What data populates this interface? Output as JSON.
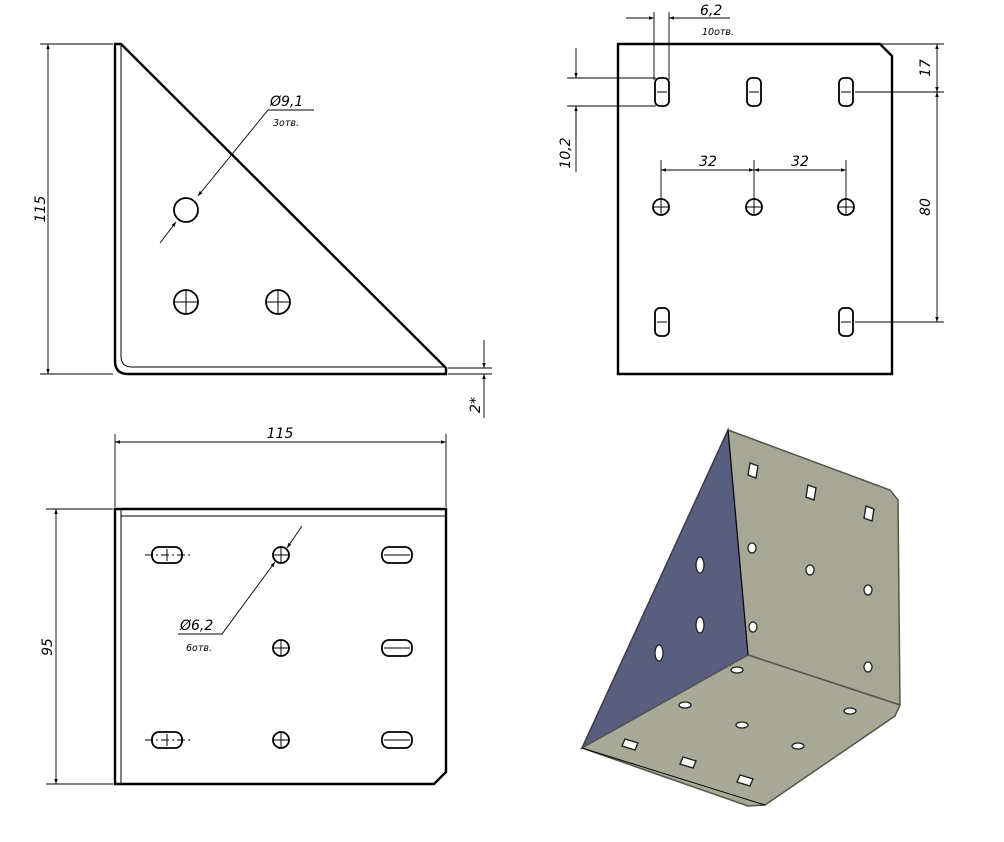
{
  "views": {
    "side": {
      "height_dim": "115",
      "thickness_dim": "2*",
      "hole_dia": "Ø9,1",
      "hole_count": "3отв."
    },
    "front": {
      "slot_width": "6,2",
      "slot_count": "10отв.",
      "slot_height": "10,2",
      "top_offset": "17",
      "slot_spacing": "80",
      "spacing_left": "32",
      "spacing_right": "32"
    },
    "top": {
      "width_dim": "115",
      "depth_dim": "95",
      "hole_dia": "Ø6,2",
      "hole_count": "6отв."
    },
    "iso": {
      "face_color": "#a7a796",
      "shadow_color": "#5a5e7e"
    }
  }
}
